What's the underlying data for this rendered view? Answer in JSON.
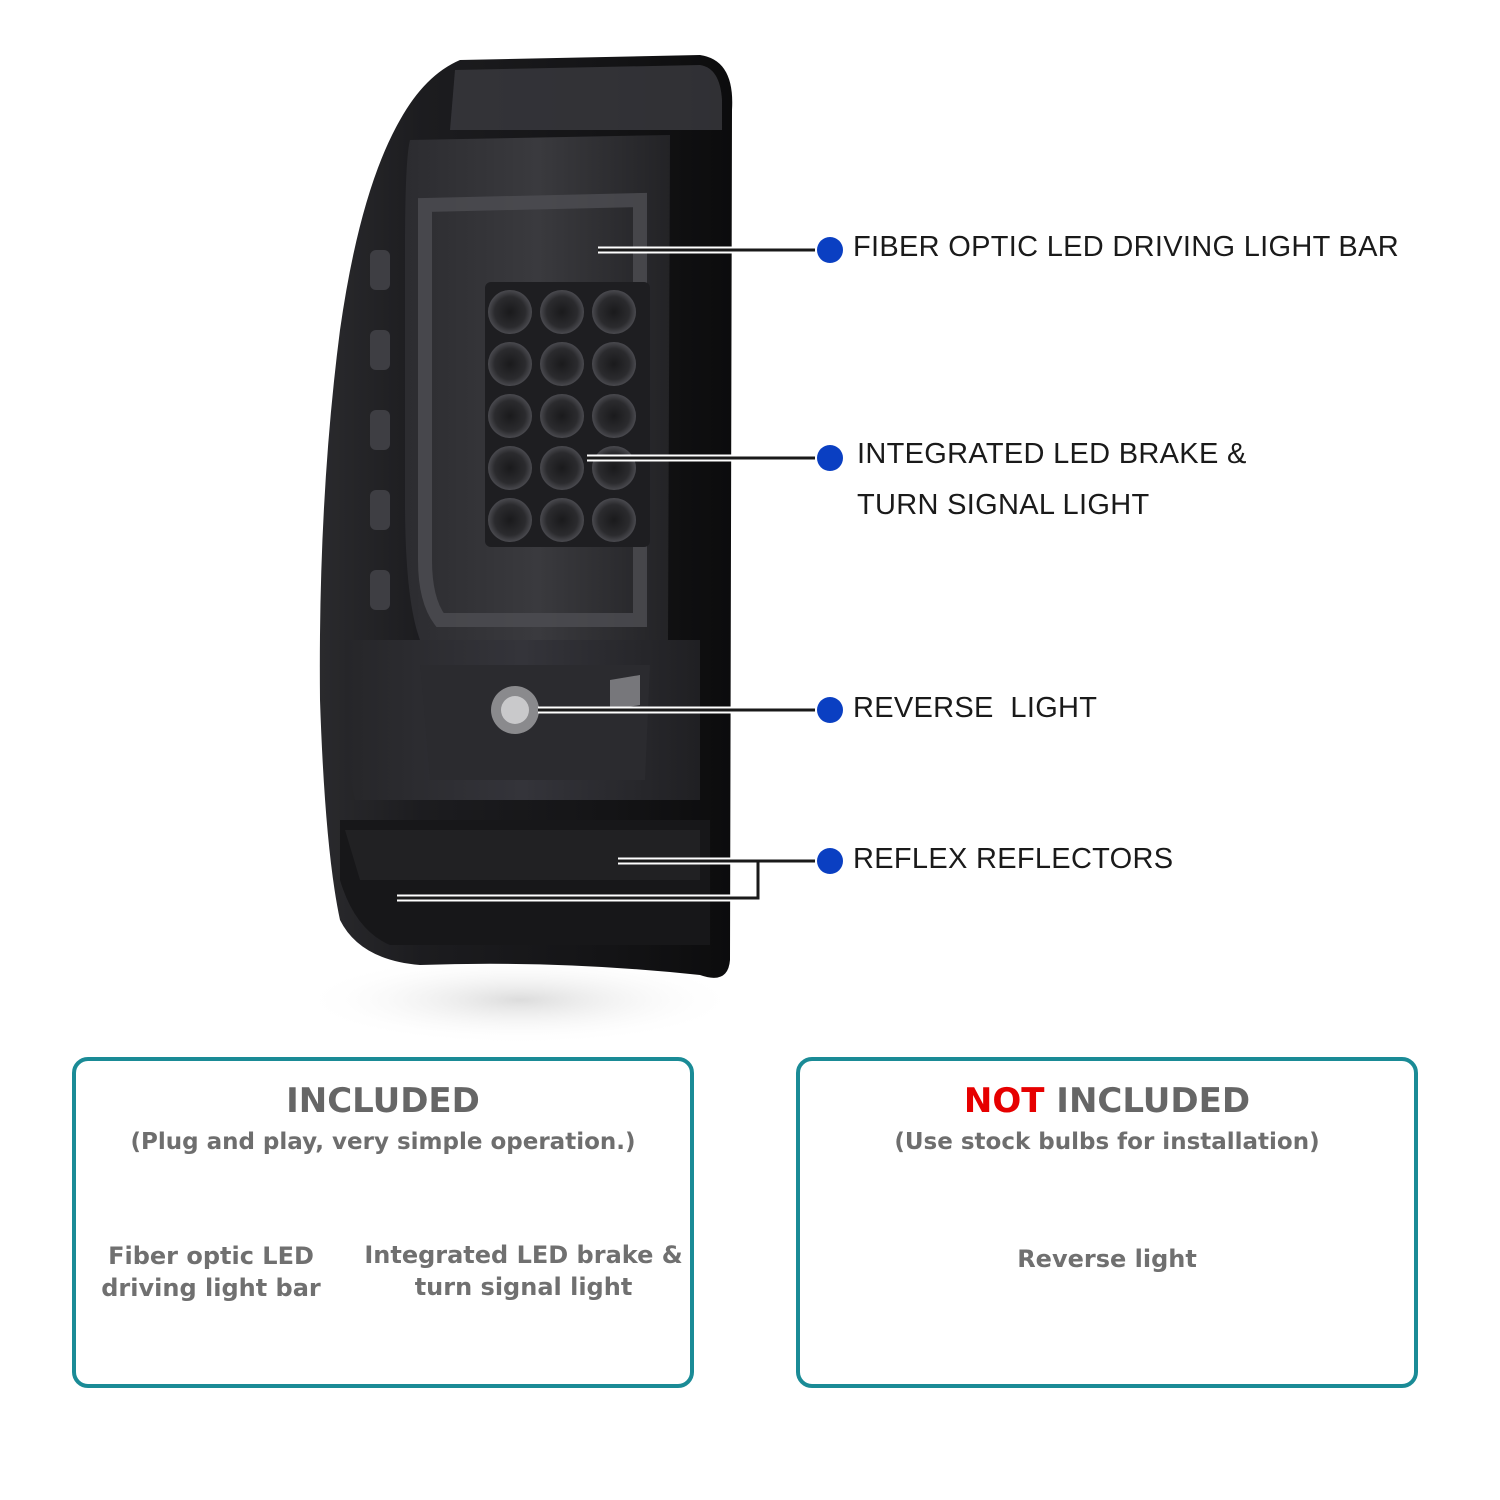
{
  "callouts": [
    {
      "label": "FIBER OPTIC LED DRIVING LIGHT BAR"
    },
    {
      "label": "INTEGRATED LED BRAKE &"
    },
    {
      "label": "TURN SIGNAL LIGHT"
    },
    {
      "label": "REVERSE  LIGHT"
    },
    {
      "label": "REFLEX REFLECTORS"
    }
  ],
  "included": {
    "title": "INCLUDED",
    "subtitle": "(Plug and play, very simple operation.)",
    "items": [
      {
        "line1": "Fiber optic LED",
        "line2": "driving light bar"
      },
      {
        "line1": "Integrated LED brake &",
        "line2": "turn signal light"
      }
    ]
  },
  "not_included": {
    "title_emphasis": "NOT",
    "title_rest": " INCLUDED",
    "subtitle": "(Use stock bulbs for installation)",
    "items": [
      {
        "line1": "Reverse light"
      }
    ]
  },
  "colors": {
    "dot": "#0a3fc2",
    "box_border": "#1a8b96",
    "not_red": "#e60000"
  },
  "icons": [
    "tail-light-assembly-image",
    "callout-dot-icon"
  ]
}
